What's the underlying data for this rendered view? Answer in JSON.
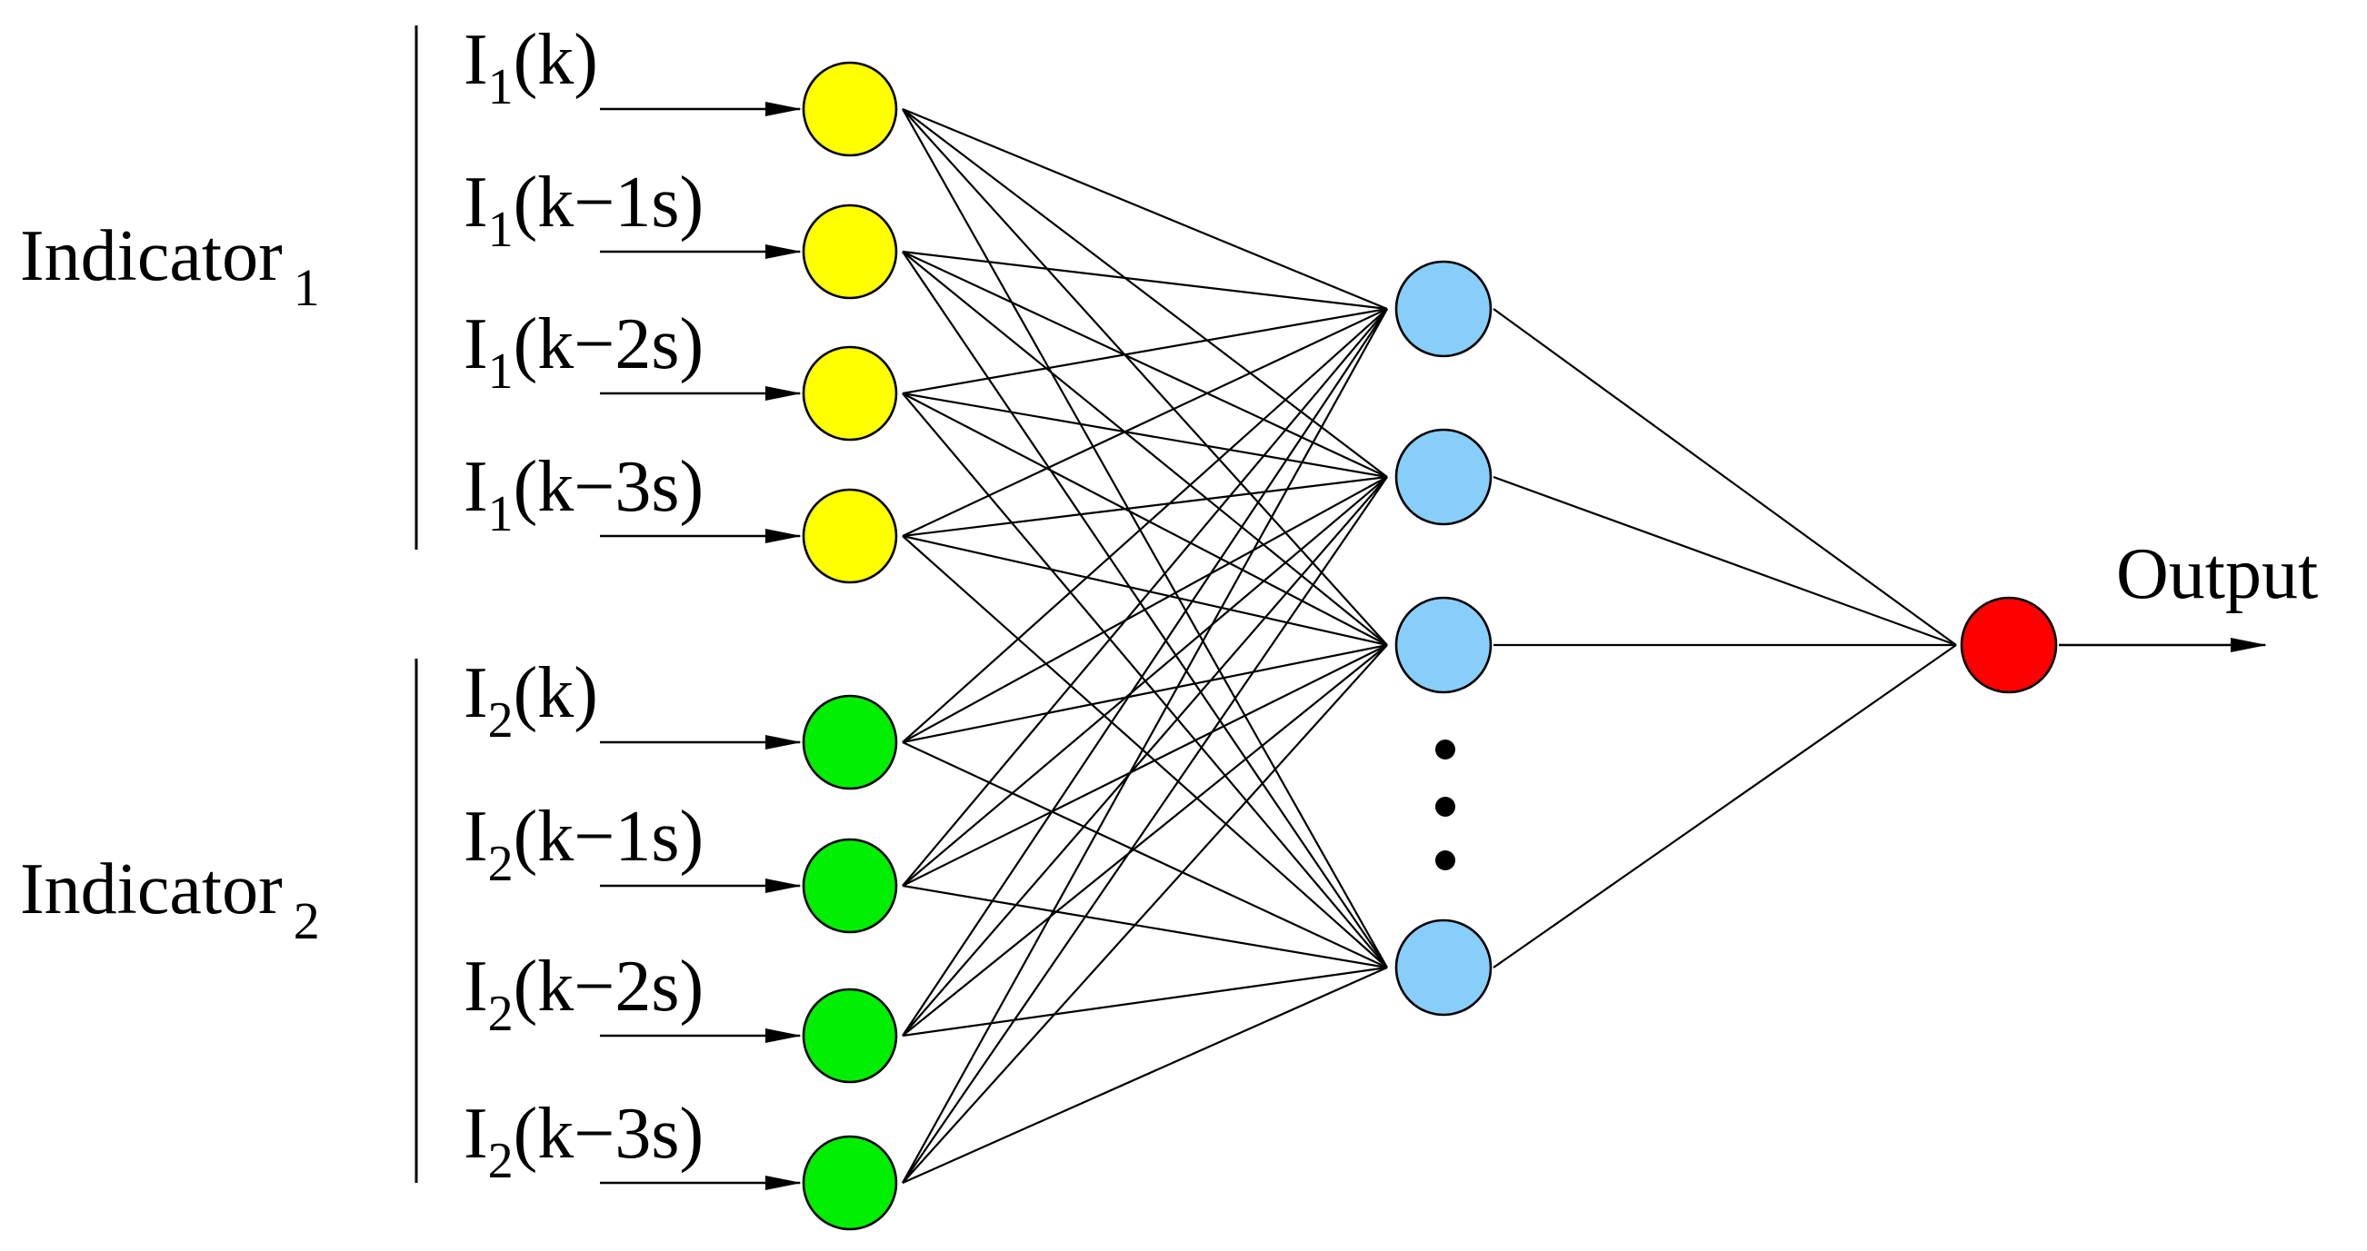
{
  "groups": [
    {
      "label": "Indicator",
      "subscript": "1",
      "node_color": "#ffff00",
      "inputs": [
        {
          "base": "I",
          "sub": "1",
          "arg": "(k)"
        },
        {
          "base": "I",
          "sub": "1",
          "arg": "(k−1s)"
        },
        {
          "base": "I",
          "sub": "1",
          "arg": "(k−2s)"
        },
        {
          "base": "I",
          "sub": "1",
          "arg": "(k−3s)"
        }
      ]
    },
    {
      "label": "Indicator",
      "subscript": "2",
      "node_color": "#00ee00",
      "inputs": [
        {
          "base": "I",
          "sub": "2",
          "arg": "(k)"
        },
        {
          "base": "I",
          "sub": "2",
          "arg": "(k−1s)"
        },
        {
          "base": "I",
          "sub": "2",
          "arg": "(k−2s)"
        },
        {
          "base": "I",
          "sub": "2",
          "arg": "(k−3s)"
        }
      ]
    }
  ],
  "hidden_layer": {
    "visible_nodes": 4,
    "node_color": "#87cefa",
    "has_ellipsis": true
  },
  "output": {
    "label": "Output",
    "node_color": "#ff0000"
  },
  "colors": {
    "line": "#000000",
    "background": "#ffffff"
  }
}
